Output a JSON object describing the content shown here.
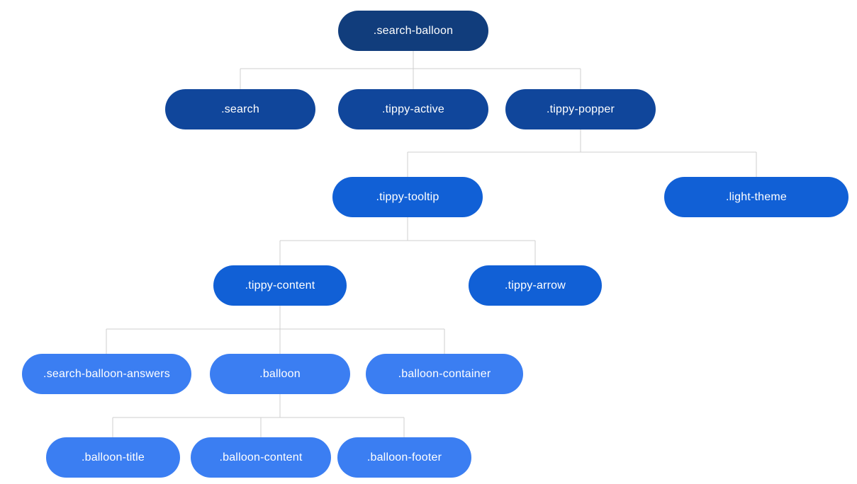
{
  "diagram": {
    "description": "CSS class hierarchy tree",
    "background": "#ffffff",
    "connector_color": "#cfcfcf"
  },
  "palette": {
    "level1": "#113d7c",
    "level2": "#10469b",
    "level3": "#1160d6",
    "level4": "#3b7ef2"
  },
  "tree": {
    "nodes": [
      {
        "label": ".search-balloon",
        "depth": 1,
        "parent": null,
        "color": "#113d7c"
      },
      {
        "label": ".search",
        "depth": 2,
        "parent": ".search-balloon",
        "color": "#10469b"
      },
      {
        "label": ".tippy-active",
        "depth": 2,
        "parent": ".search-balloon",
        "color": "#10469b"
      },
      {
        "label": ".tippy-popper",
        "depth": 2,
        "parent": ".search-balloon",
        "color": "#10469b"
      },
      {
        "label": ".tippy-tooltip",
        "depth": 3,
        "parent": ".tippy-popper",
        "color": "#1160d6"
      },
      {
        "label": ".light-theme",
        "depth": 3,
        "parent": ".tippy-popper",
        "color": "#1160d6"
      },
      {
        "label": ".tippy-content",
        "depth": 4,
        "parent": ".tippy-tooltip",
        "color": "#1160d6"
      },
      {
        "label": ".tippy-arrow",
        "depth": 4,
        "parent": ".tippy-tooltip",
        "color": "#1160d6"
      },
      {
        "label": ".search-balloon-answers",
        "depth": 5,
        "parent": ".tippy-content",
        "color": "#3b7ef2"
      },
      {
        "label": ".balloon",
        "depth": 5,
        "parent": ".tippy-content",
        "color": "#3b7ef2"
      },
      {
        "label": ".balloon-container",
        "depth": 5,
        "parent": ".tippy-content",
        "color": "#3b7ef2"
      },
      {
        "label": ".balloon-title",
        "depth": 6,
        "parent": ".balloon",
        "color": "#3b7ef2"
      },
      {
        "label": ".balloon-content",
        "depth": 6,
        "parent": ".balloon",
        "color": "#3b7ef2"
      },
      {
        "label": ".balloon-footer",
        "depth": 6,
        "parent": ".balloon",
        "color": "#3b7ef2"
      }
    ]
  }
}
